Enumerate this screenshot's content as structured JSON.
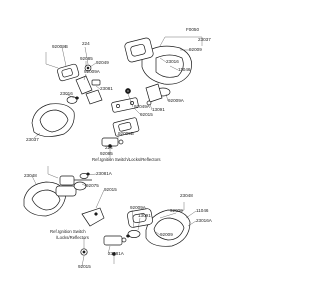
{
  "diagram": {
    "code": "F0050",
    "refs": {
      "upper": "Ref.Ignition Switch/Locks/Reflectors",
      "lower_line1": "Ref.Ignition Switch",
      "lower_line2": "/Locks/Reflectors"
    },
    "parts": {
      "p23037_top": "23037",
      "p92009_top": "92009",
      "p11046_top": "11046",
      "p23016_top": "23016",
      "p92009A_top": "92009A",
      "p13091_top": "13091",
      "p92009B_top": "92009B",
      "p224_top": "224",
      "p92085_top": "92085",
      "p92049": "92049",
      "p92009A_mid": "92009A",
      "p23081": "23081",
      "p92049A": "92049A",
      "p92015_a": "92015",
      "p92009B_mid": "92009B",
      "p23016_left": "23016",
      "p224_mid": "224",
      "p92085_mid": "92085",
      "p23037_left": "23037",
      "p23048_left": "23048",
      "p23081A": "23081A",
      "p92075": "92075",
      "p92015_b": "92015",
      "p23048_right": "23048",
      "p92009A_low": "92009A",
      "p13091_low": "13091",
      "p92009_low": "92009",
      "p11046_low": "11046",
      "p23016A": "23016A",
      "p92009_low2": "92009",
      "p23081A_low": "23081A",
      "p92015_low": "92015"
    }
  }
}
